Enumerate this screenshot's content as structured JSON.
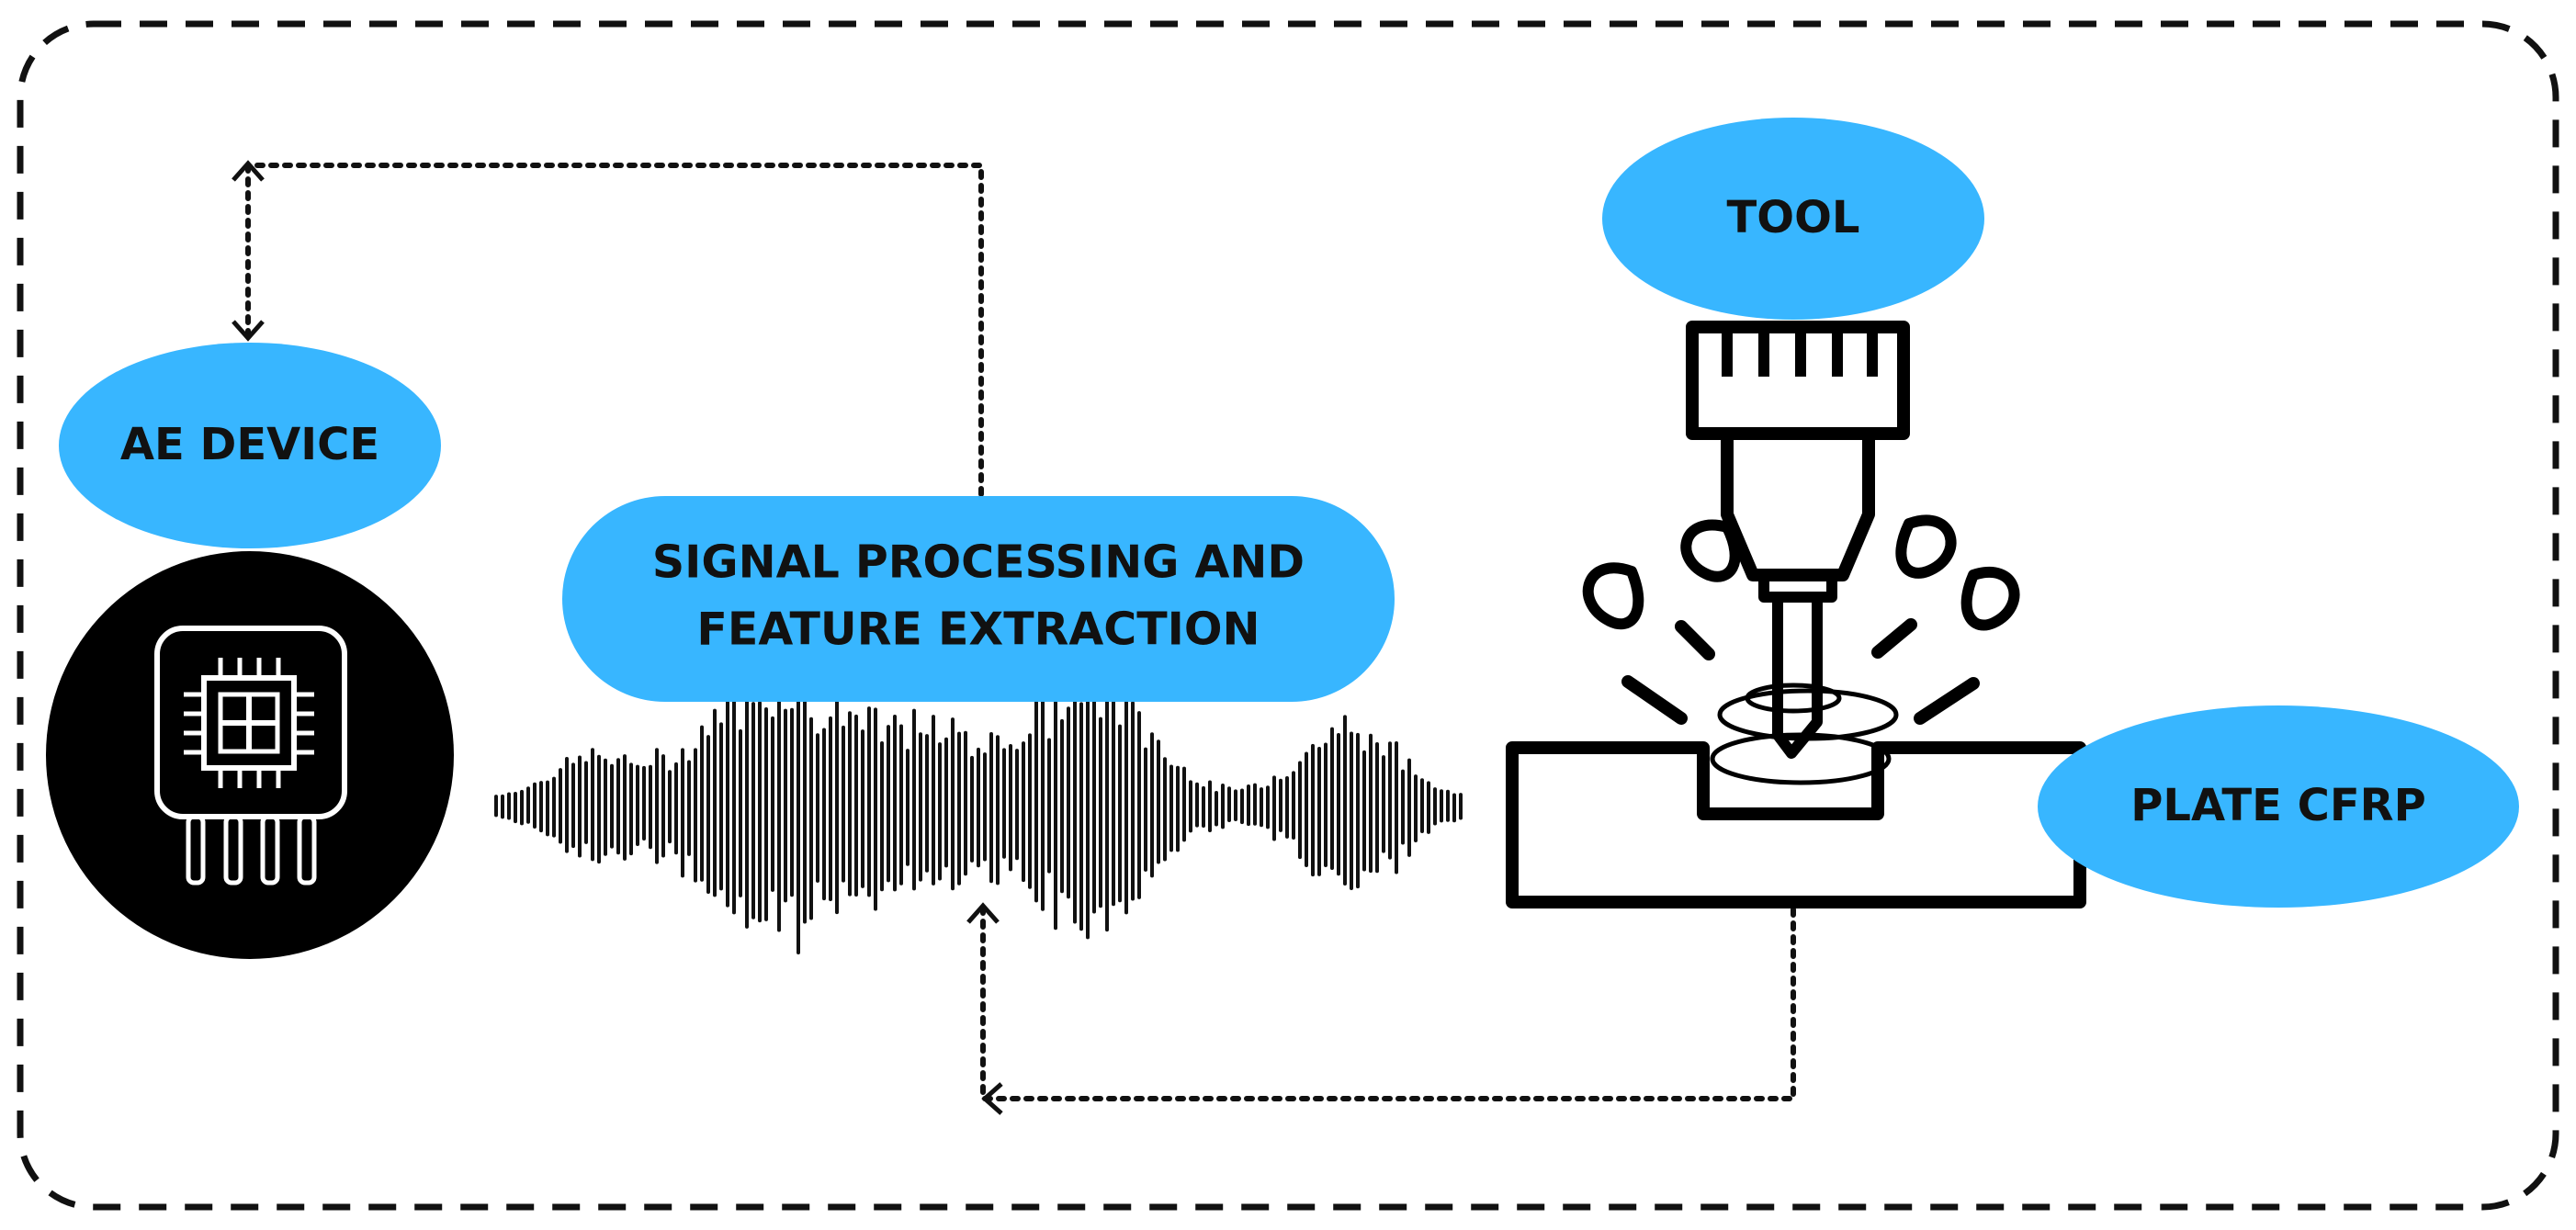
{
  "colors": {
    "pill": "#38b6ff",
    "ink": "#000000",
    "text": "#111111",
    "background": "#ffffff"
  },
  "labels": {
    "tool": "TOOL",
    "ae_device": "AE DEVICE",
    "signal_line1": "SIGNAL PROCESSING AND",
    "signal_line2": "FEATURE EXTRACTION",
    "plate": "PLATE CFRP"
  },
  "icons": {
    "ae_device": "microchip-sensor-icon",
    "signal": "acoustic-waveform-icon",
    "tool": "drill-machining-icon"
  },
  "connections": [
    {
      "from": "signal-processing",
      "to": "ae-device",
      "style": "dotted-arrow"
    },
    {
      "from": "plate-cfrp",
      "to": "signal-processing",
      "style": "dotted-arrow"
    }
  ]
}
